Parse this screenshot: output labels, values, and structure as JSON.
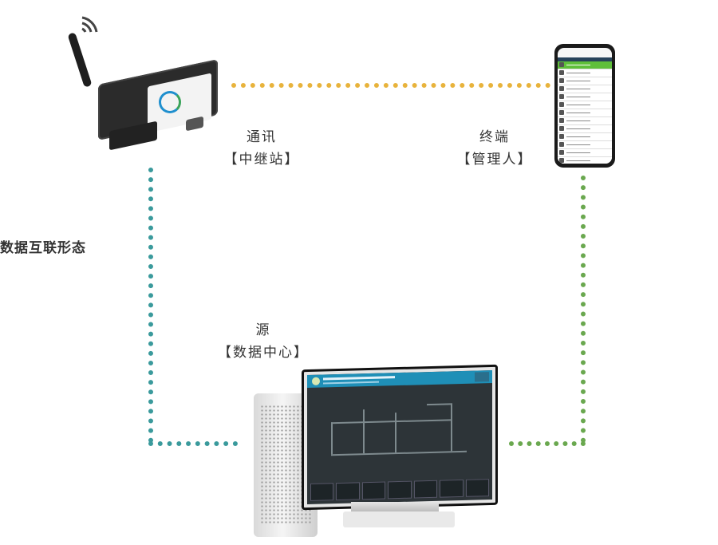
{
  "side_title": "数据互联形态",
  "nodes": {
    "relay": {
      "line1": "通讯",
      "line2": "【中继站】"
    },
    "terminal": {
      "line1": "终端",
      "line2": "【管理人】"
    },
    "source": {
      "line1": "源",
      "line2": "【数据中心】"
    }
  },
  "colors": {
    "relay_to_terminal": "#e8b33c",
    "relay_to_source": "#3a9a9c",
    "terminal_to_source": "#6aa84f"
  },
  "icons": {
    "relay": "wireless-router-icon",
    "terminal": "smartphone-icon",
    "source": "desktop-computer-icon"
  }
}
